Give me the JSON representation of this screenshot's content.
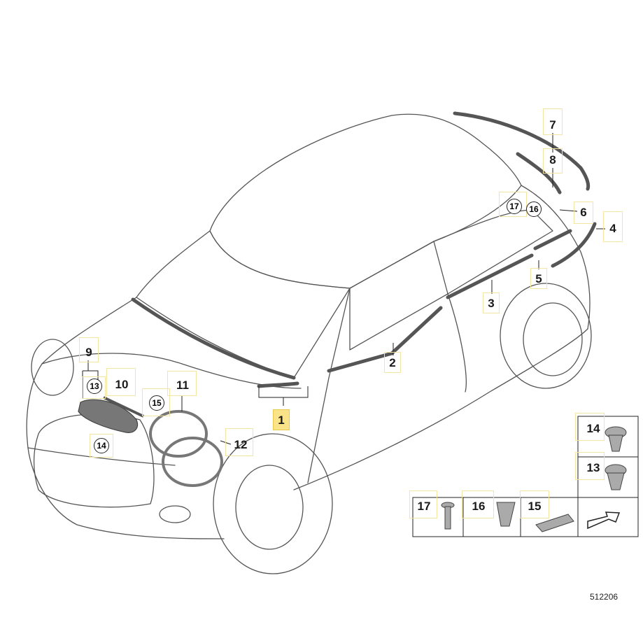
{
  "diagram": {
    "reference_number": "512206",
    "callouts": [
      {
        "id": "1",
        "label": "1",
        "active": true
      },
      {
        "id": "2",
        "label": "2"
      },
      {
        "id": "3",
        "label": "3"
      },
      {
        "id": "4",
        "label": "4"
      },
      {
        "id": "5",
        "label": "5"
      },
      {
        "id": "6",
        "label": "6"
      },
      {
        "id": "7",
        "label": "7"
      },
      {
        "id": "8",
        "label": "8"
      },
      {
        "id": "9",
        "label": "9"
      },
      {
        "id": "10",
        "label": "10"
      },
      {
        "id": "11",
        "label": "11"
      },
      {
        "id": "12",
        "label": "12"
      },
      {
        "id": "13",
        "label": "13"
      },
      {
        "id": "14",
        "label": "14"
      },
      {
        "id": "15",
        "label": "15"
      },
      {
        "id": "16",
        "label": "16"
      },
      {
        "id": "17",
        "label": "17"
      }
    ],
    "circled_refs": [
      {
        "id": "c13",
        "label": "13"
      },
      {
        "id": "c14",
        "label": "14"
      },
      {
        "id": "c15",
        "label": "15"
      },
      {
        "id": "c16",
        "label": "16"
      },
      {
        "id": "c17",
        "label": "17"
      }
    ],
    "fastener_table": [
      {
        "id": "f14",
        "label": "14"
      },
      {
        "id": "f13",
        "label": "13"
      },
      {
        "id": "f17",
        "label": "17"
      },
      {
        "id": "f16",
        "label": "16"
      },
      {
        "id": "f15",
        "label": "15"
      }
    ]
  }
}
